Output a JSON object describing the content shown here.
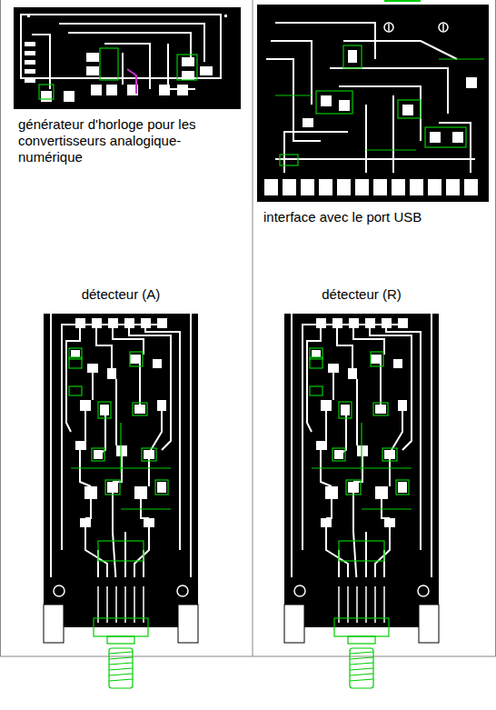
{
  "diagram": {
    "labels": [
      "générateur d'horloge pour les convertisseurs analogique-numérique",
      "interface avec le port USB",
      "détecteur (A)",
      "détecteur (R)"
    ]
  }
}
